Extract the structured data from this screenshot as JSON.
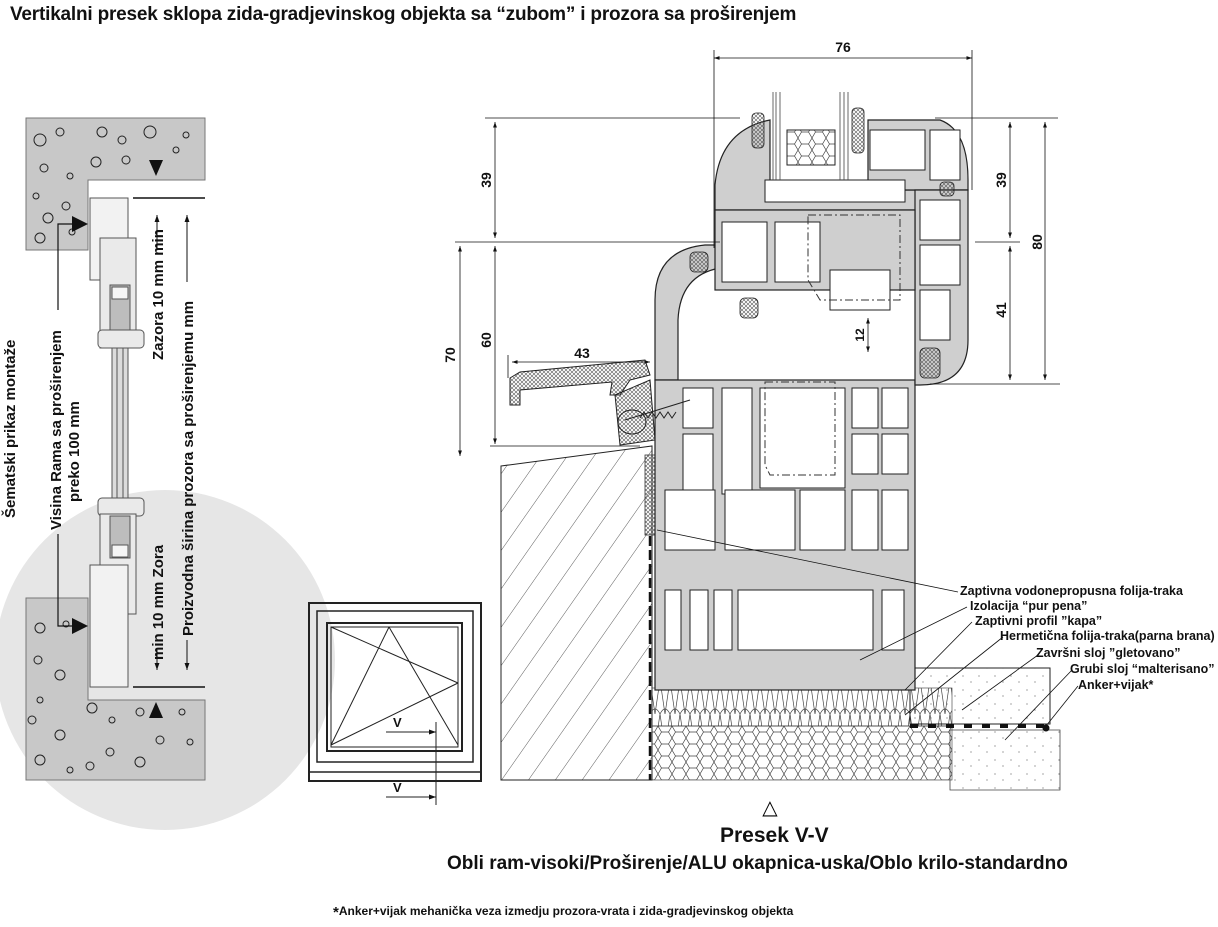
{
  "title": "Vertikalni presek sklopa zida-gradjevinskog objekta sa “zubom” i prozora sa proširenjem",
  "schematic": {
    "heading": "Šematski prikaz montaže",
    "frame_height_line1": "Visina Rama sa proširenjem",
    "frame_height_line2": "preko 100 mm",
    "gap_top": "Zazora 10 mm min",
    "gap_bottom": "min 10 mm  Zora",
    "production_width": "Proizvodna širina prozora sa proširenjemu mm"
  },
  "dimensions": {
    "width_top": "76",
    "left_39": "39",
    "left_60": "60",
    "left_70": "70",
    "sill_43": "43",
    "right_39": "39",
    "right_41": "41",
    "right_80": "80",
    "gap_12": "12"
  },
  "legend_labels": [
    "Zaptivna vodonepropusna folija-traka",
    "Izolacija “pur pena”",
    "Zaptivni profil ”kapa”",
    "Hermetična folija-traka(parna brana)",
    "Završni sloj ”gletovano”",
    "Grubi sloj “malterisano”",
    "Anker+vijak*"
  ],
  "window_elevation": {
    "section_mark_top": "V",
    "section_mark_bottom": "V"
  },
  "section_symbol": "△",
  "caption": {
    "line1": "Presek V-V",
    "line2": "Obli ram-visoki/Proširenje/ALU okapnica-uska/Oblo krilo-standardno"
  },
  "footnote": {
    "star": "*",
    "text": "Anker+vijak mehanička veza izmedju prozora-vrata i zida-gradjevinskog objekta"
  },
  "colors": {
    "profile_fill": "#cfcfcf",
    "concrete_fill": "#c8c8c8",
    "circle_bg": "#e6e6e6",
    "line": "#111111"
  }
}
